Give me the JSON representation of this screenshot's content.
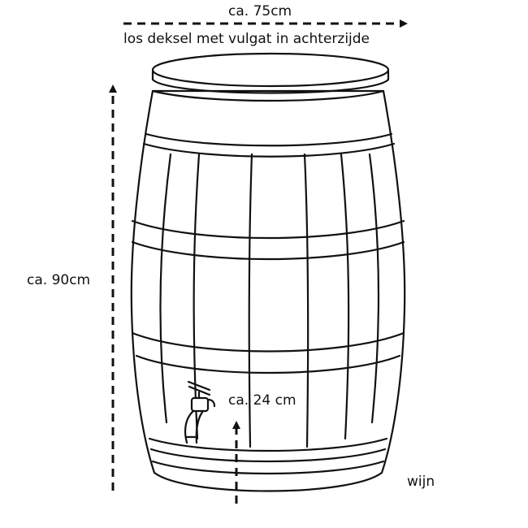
{
  "labels": {
    "width": "ca. 75cm",
    "lid_note": "los deksel met vulgat in achterzijde",
    "height": "ca. 90cm",
    "tap_height": "ca. 24 cm",
    "type": "wijn"
  },
  "colors": {
    "line": "#111111",
    "background": "#ffffff"
  }
}
